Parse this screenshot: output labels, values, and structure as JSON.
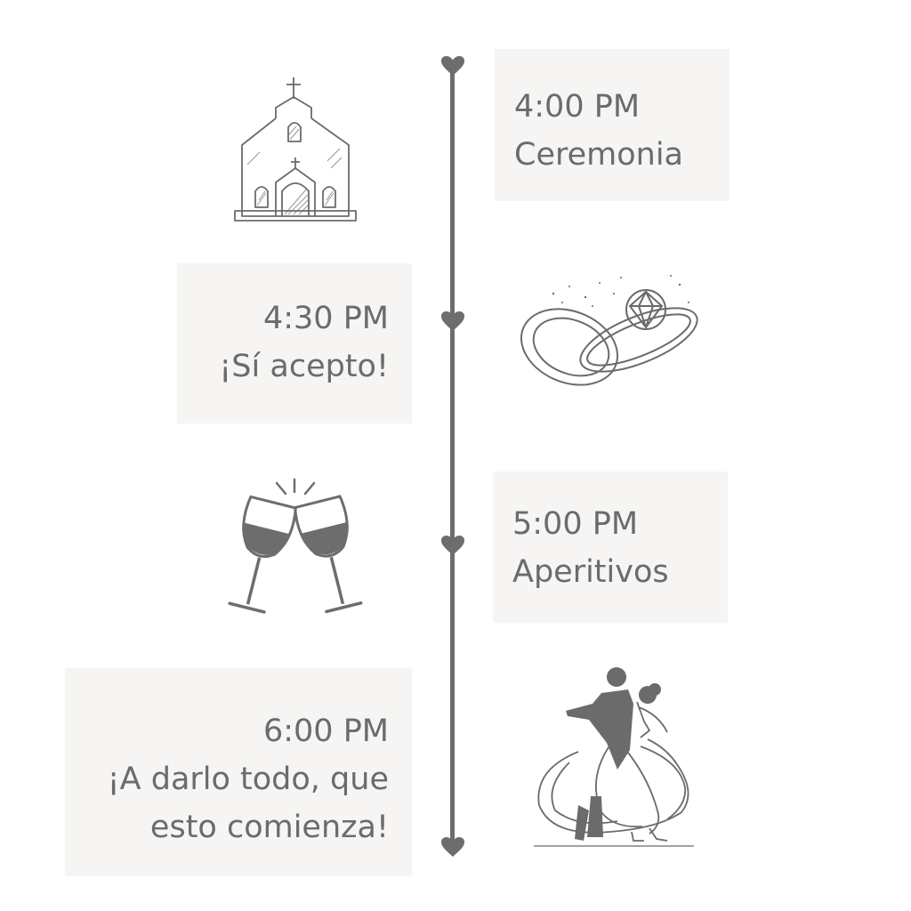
{
  "colors": {
    "card_background": "#f6f5f3",
    "text": "#6b6b6b",
    "timeline": "#6d6d6d"
  },
  "events": [
    {
      "time": "4:00 PM",
      "lines": [
        "Ceremonia"
      ],
      "icon": "church-icon"
    },
    {
      "time": "4:30 PM",
      "lines": [
        "¡Sí acepto!"
      ],
      "icon": "wedding-rings-icon"
    },
    {
      "time": "5:00 PM",
      "lines": [
        "Aperitivos"
      ],
      "icon": "wine-glasses-toast-icon"
    },
    {
      "time": "6:00 PM",
      "lines": [
        "¡A darlo todo, que",
        "esto comienza!"
      ],
      "icon": "dancing-couple-icon"
    }
  ]
}
